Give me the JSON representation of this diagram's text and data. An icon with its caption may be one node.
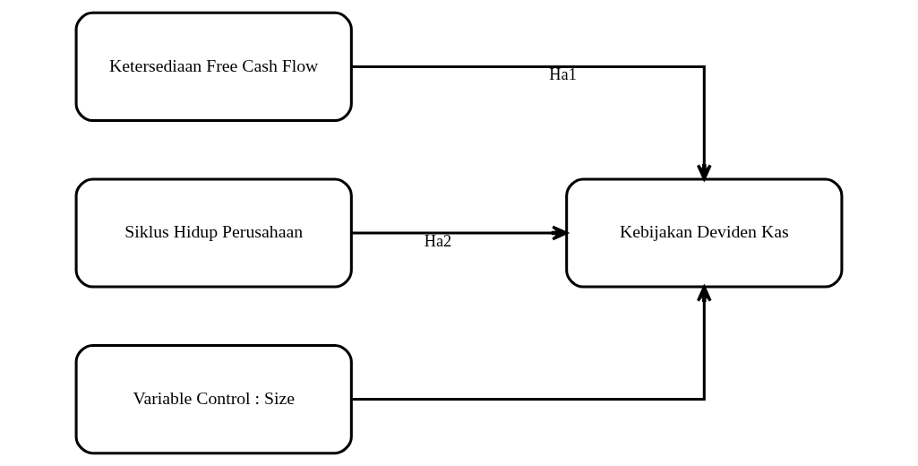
{
  "diagram": {
    "nodes": [
      {
        "text": [
          "Ketersediaan Free Cash Flow"
        ]
      },
      {
        "text": [
          "Siklus Hidup Perusahaan"
        ]
      },
      {
        "text": [
          "Variable Control : Size"
        ]
      },
      {
        "text": [
          "Kebijakan Deviden Kas"
        ]
      }
    ],
    "edges": [
      {
        "from": 0,
        "to": 3,
        "arrow": "to",
        "label": "Ha1"
      },
      {
        "from": 1,
        "to": 3,
        "arrow": "to",
        "label": "Ha2"
      },
      {
        "from": 2,
        "to": 3,
        "arrow": "to"
      }
    ]
  }
}
